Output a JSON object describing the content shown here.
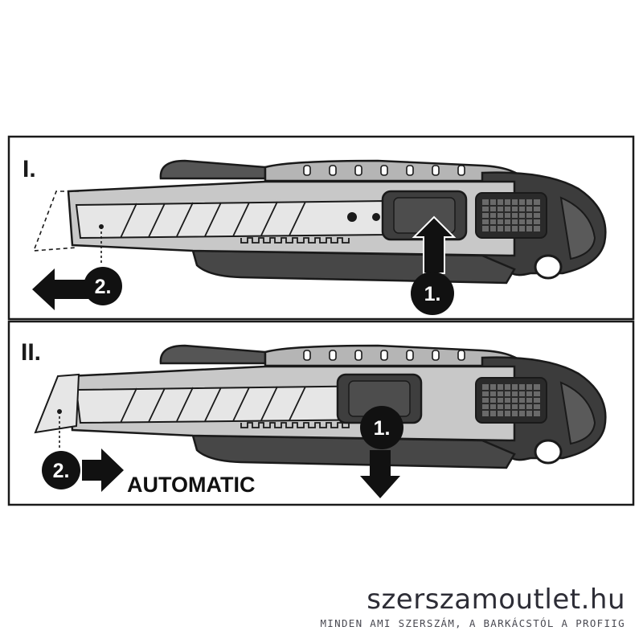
{
  "panels": [
    {
      "label": "I.",
      "step1_label": "1.",
      "step2_label": "2.",
      "step1_direction": "up",
      "step2_direction": "left"
    },
    {
      "label": "II.",
      "step1_label": "1.",
      "step2_label": "2.",
      "step1_direction": "down",
      "step2_direction": "right",
      "caption": "AUTOMATIC"
    }
  ],
  "brand": {
    "name": "szerszamoutlet.hu",
    "tagline": "MINDEN AMI SZERSZÁM, A BARKÁCSTÓL A PROFIIG"
  },
  "colors": {
    "outline": "#1a1a1a",
    "body_dark": "#4a4a4a",
    "body_grey": "#a9a9a9",
    "blade": "#dcdcdc",
    "handle_light": "#cfcfcf"
  }
}
